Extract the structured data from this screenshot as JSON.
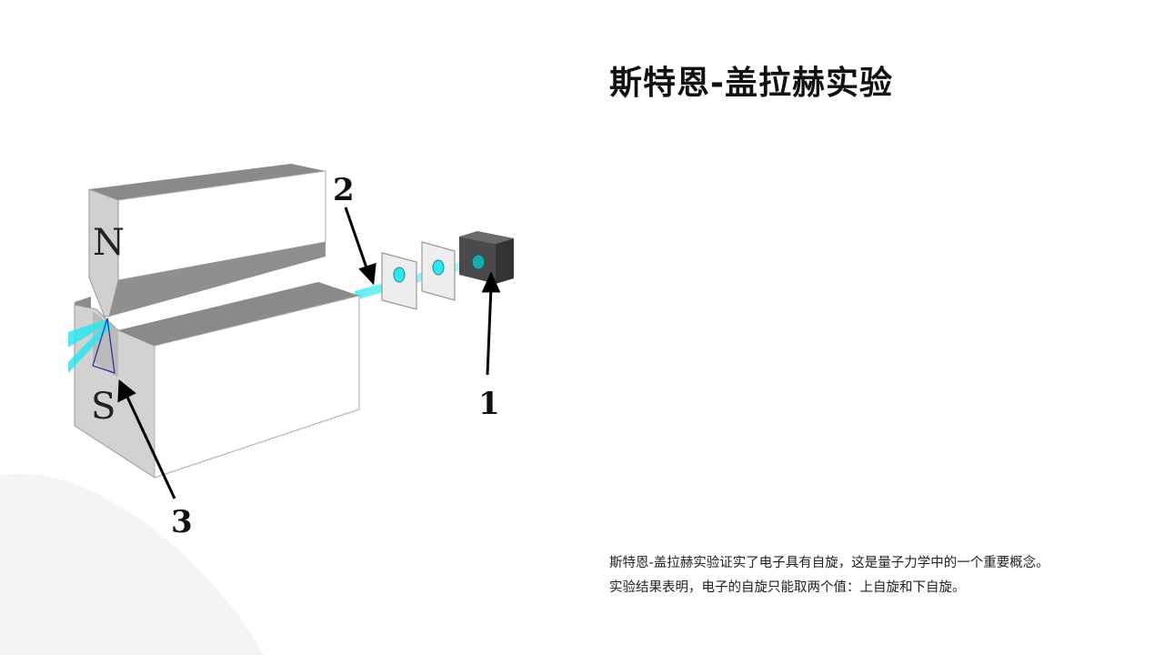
{
  "slide": {
    "title": "斯特恩-盖拉赫实验",
    "description_lines": [
      "斯特恩-盖拉赫实验证实了电子具有自旋，这是量子力学中的一个重要概念。",
      "实验结果表明，电子的自旋只能取两个值：上自旋和下自旋。"
    ]
  },
  "diagram": {
    "magnet_north_label": "N",
    "magnet_south_label": "S",
    "callouts": [
      "1",
      "2",
      "3"
    ],
    "colors": {
      "beam": "#2ee6f0",
      "magnet_face": "#ffffff",
      "magnet_top": "#8c8c8c",
      "magnet_side": "#c8c8c8",
      "source": "#4a4a4a"
    }
  }
}
